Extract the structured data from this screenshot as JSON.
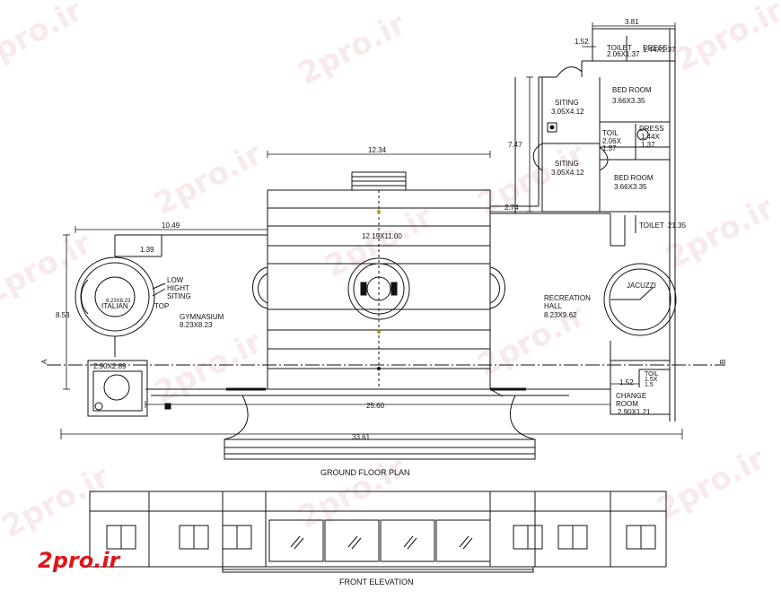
{
  "brand": {
    "watermark": "2pro.ir",
    "logo_text": "2pro.ir",
    "logo_color": "#e0161b"
  },
  "titles": {
    "plan": "GROUND FLOOR PLAN",
    "elevation": "FRONT ELEVATION"
  },
  "rooms": {
    "gym_name": "GYMNASIUM",
    "gym_size": "8.23X8.23",
    "low_siting": [
      "LOW",
      "HIGHT",
      "SITING"
    ],
    "italian_top_a": "ITALIAN",
    "italian_top_b": "TOP",
    "corner_size": "2.90X2.89",
    "hall_size": "12.19X11.00",
    "recreation": [
      "RECREATION",
      "HALL"
    ],
    "recreation_size": "8.23X9.62",
    "jacuzzi": "JACUZZI",
    "siting": "SITING",
    "siting_size": "3.05X4.12",
    "bed_room": "BED ROOM",
    "bed_size": "3.66X3.35",
    "toilet": "TOILET",
    "toil": "TOIL",
    "toil_dims": [
      "2.06X",
      "1.37"
    ],
    "dress": "DRESS",
    "dress_dims": [
      "1.44X",
      "1.37"
    ],
    "top_toilet": "TOILET",
    "top_dress": "DRESS",
    "top_toilet_dims": "2.06X1.37",
    "top_dress_dims": "1.44X1.37",
    "toilet_right_dim": "21.35",
    "toil_small": [
      "TOIL",
      "1.5X",
      "1.5"
    ],
    "change": [
      "CHANGE",
      "ROOM"
    ],
    "change_size": "2.90X1.21"
  },
  "dimensions": {
    "d_3_81": "3.81",
    "d_1_52": "1.52",
    "d_1_52b": "1.52",
    "d_7_47": "7.47",
    "d_12_34": "12.34",
    "d_2_74": "2.74",
    "d_10_49": "10.49",
    "d_1_39": "1.39",
    "d_8_53": "8.53",
    "d_25_60": "25.60",
    "d_33_61": "33.61",
    "section_a": "A",
    "section_b": "B"
  }
}
